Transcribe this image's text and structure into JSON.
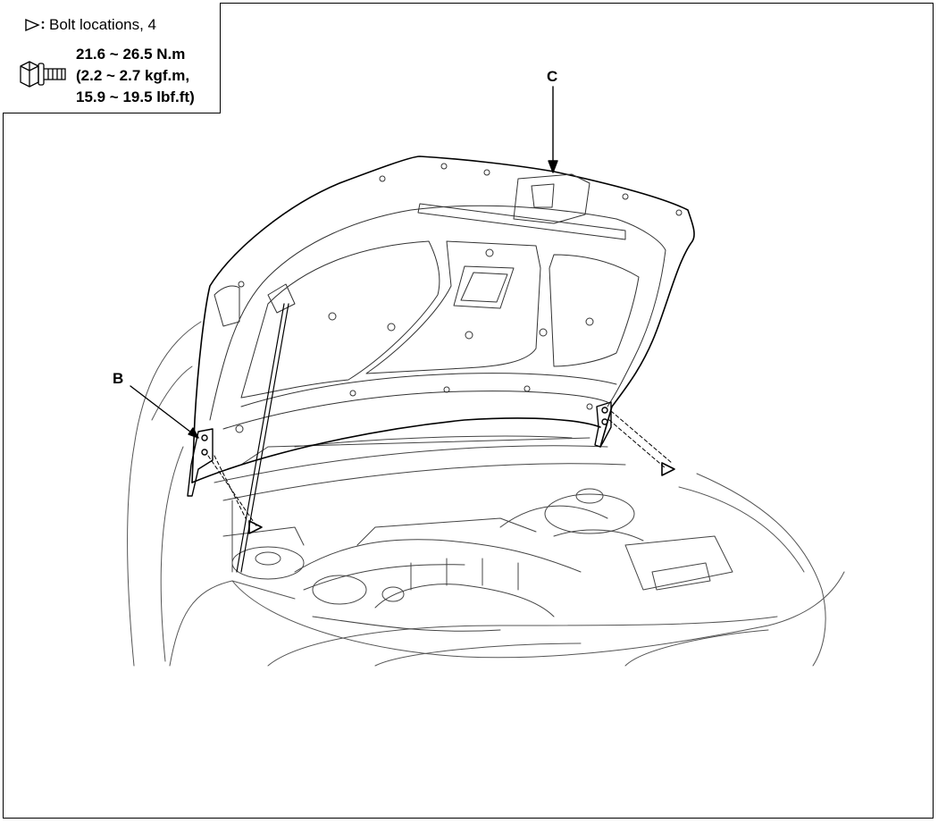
{
  "legend": {
    "bolt_locations_label": "Bolt locations, 4",
    "torque_line1": "21.6 ~ 26.5 N.m",
    "torque_line2": "(2.2 ~ 2.7 kgf.m,",
    "torque_line3": "15.9 ~ 19.5 lbf.ft)"
  },
  "callouts": {
    "b_label": "B",
    "c_label": "C"
  },
  "icons": {
    "bolt_location_marker": "hollow-triangle-icon",
    "bolt": "flange-bolt-icon"
  }
}
